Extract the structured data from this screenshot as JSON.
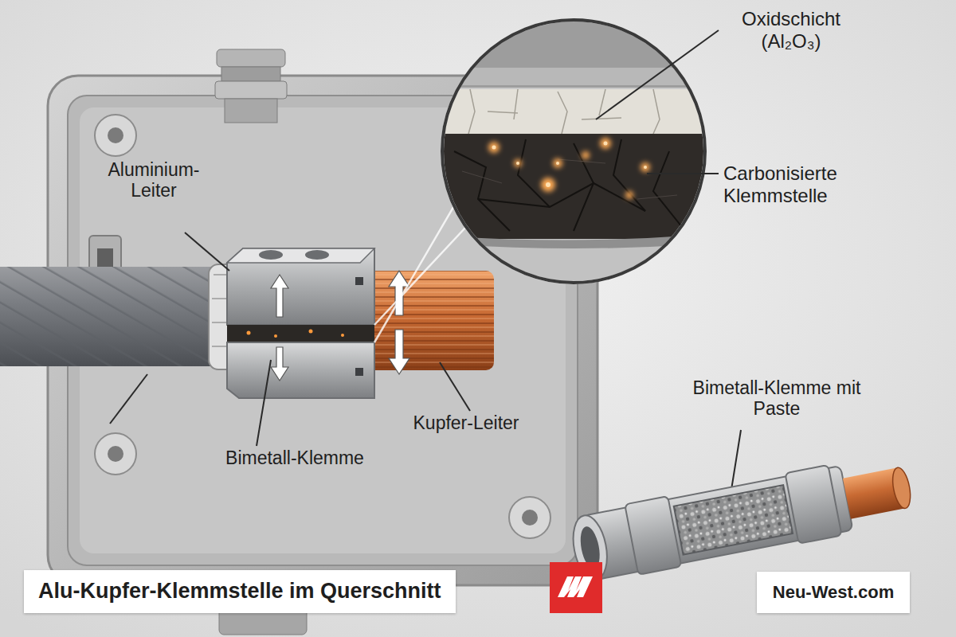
{
  "diagram": {
    "title": "Alu-Kupfer-Klemmstelle im Querschnitt",
    "labels": [
      "Aluminium-Leiter",
      "Oxidschicht (Al₂O₃)",
      "Carbonisierte Klemmstelle",
      "Bimetall-Klemme",
      "Kupfer-Leiter",
      "Bimetall-Klemme mit Paste",
      "Neu-West.com"
    ]
  }
}
